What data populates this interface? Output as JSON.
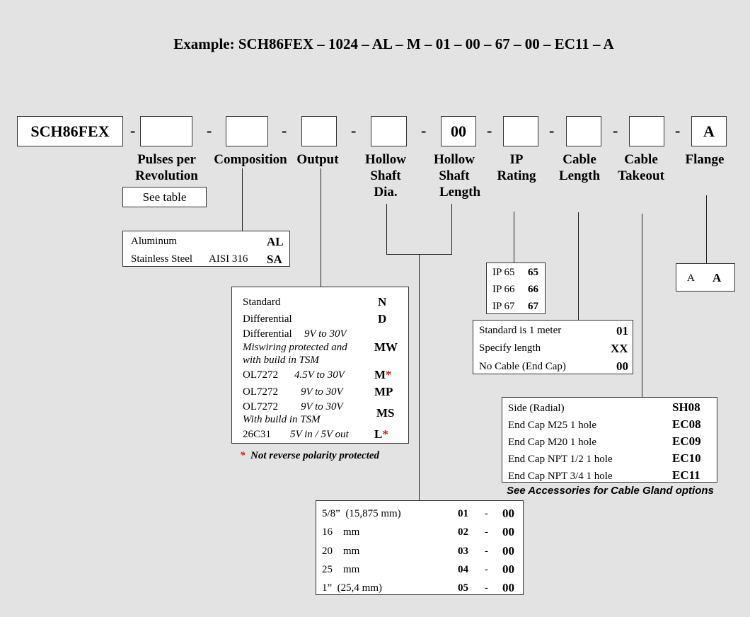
{
  "title": "Example: SCH86FEX – 1024 – AL – M – 01 – 00 – 67 – 00 – EC11 – A",
  "code_boxes": {
    "model": "SCH86FEX",
    "pulses": "",
    "composition": "",
    "output": "",
    "hollow_dia": "",
    "hollow_length": "00",
    "ip": "",
    "cable_length": "",
    "cable_takeout": "",
    "flange": "A"
  },
  "separator": "-",
  "headers": {
    "pulses": [
      "Pulses per",
      "Revolution"
    ],
    "composition": [
      "Composition"
    ],
    "output": [
      "Output"
    ],
    "hollow_dia": [
      "Hollow",
      "Shaft",
      "Dia."
    ],
    "hollow_length": [
      "Hollow",
      "Shaft",
      "Length"
    ],
    "ip": [
      "IP",
      "Rating"
    ],
    "cable_length": [
      "Cable",
      "Length"
    ],
    "cable_takeout": [
      "Cable",
      "Takeout"
    ],
    "flange": [
      "Flange"
    ]
  },
  "see_table": "See table",
  "composition": {
    "aluminum": {
      "label": "Aluminum",
      "code": "AL"
    },
    "stainless": {
      "label": "Stainless Steel",
      "spec": "AISI 316",
      "code": "SA"
    }
  },
  "output": {
    "standard": {
      "label": "Standard",
      "code": "N"
    },
    "differential": {
      "label": "Differential",
      "code": "D"
    },
    "mw": {
      "label": "Differential",
      "range": "9V to 30V",
      "line2": "Miswiring protected and",
      "line3": "with build in TSM",
      "code": "MW"
    },
    "m": {
      "label": "OL7272",
      "range": "4.5V to 30V",
      "code": "M",
      "mark": "*"
    },
    "mp": {
      "label": "OL7272",
      "range": "9V to 30V",
      "code": "MP"
    },
    "ms": {
      "label": "OL7272",
      "range": "9V to 30V",
      "line2": "With build in TSM",
      "code": "MS"
    },
    "l": {
      "label": "26C31",
      "range": "5V in / 5V out",
      "code": "L",
      "mark": "*"
    }
  },
  "output_note": {
    "mark": "*",
    "text": "Not reverse polarity protected"
  },
  "ip": [
    {
      "label": "IP 65",
      "code": "65"
    },
    {
      "label": "IP 66",
      "code": "66"
    },
    {
      "label": "IP 67",
      "code": "67"
    }
  ],
  "cable_length": [
    {
      "label": "Standard is 1 meter",
      "code": "01"
    },
    {
      "label": "Specify length",
      "code": "XX"
    },
    {
      "label": "No Cable (End Cap)",
      "code": "00"
    }
  ],
  "cable_takeout": [
    {
      "label": "Side (Radial)",
      "code": "SH08"
    },
    {
      "label": "End Cap M25  1 hole",
      "code": "EC08"
    },
    {
      "label": "End Cap M20  1 hole",
      "code": "EC09"
    },
    {
      "label": "End Cap NPT 1/2  1 hole",
      "code": "EC10"
    },
    {
      "label": "End Cap NPT 3/4  1 hole",
      "code": "EC11"
    }
  ],
  "cable_note": "See Accessories for Cable Gland options",
  "flange": {
    "label": "A",
    "code": "A"
  },
  "shaft": [
    {
      "label": "5/8”  (15,875 mm)",
      "code": "01",
      "sep": "-",
      "code2": "00"
    },
    {
      "label": "16    mm",
      "code": "02",
      "sep": "-",
      "code2": "00"
    },
    {
      "label": "20    mm",
      "code": "03",
      "sep": "-",
      "code2": "00"
    },
    {
      "label": "25    mm",
      "code": "04",
      "sep": "-",
      "code2": "00"
    },
    {
      "label": "1”  (25,4 mm)",
      "code": "05",
      "sep": "-",
      "code2": "00"
    }
  ]
}
